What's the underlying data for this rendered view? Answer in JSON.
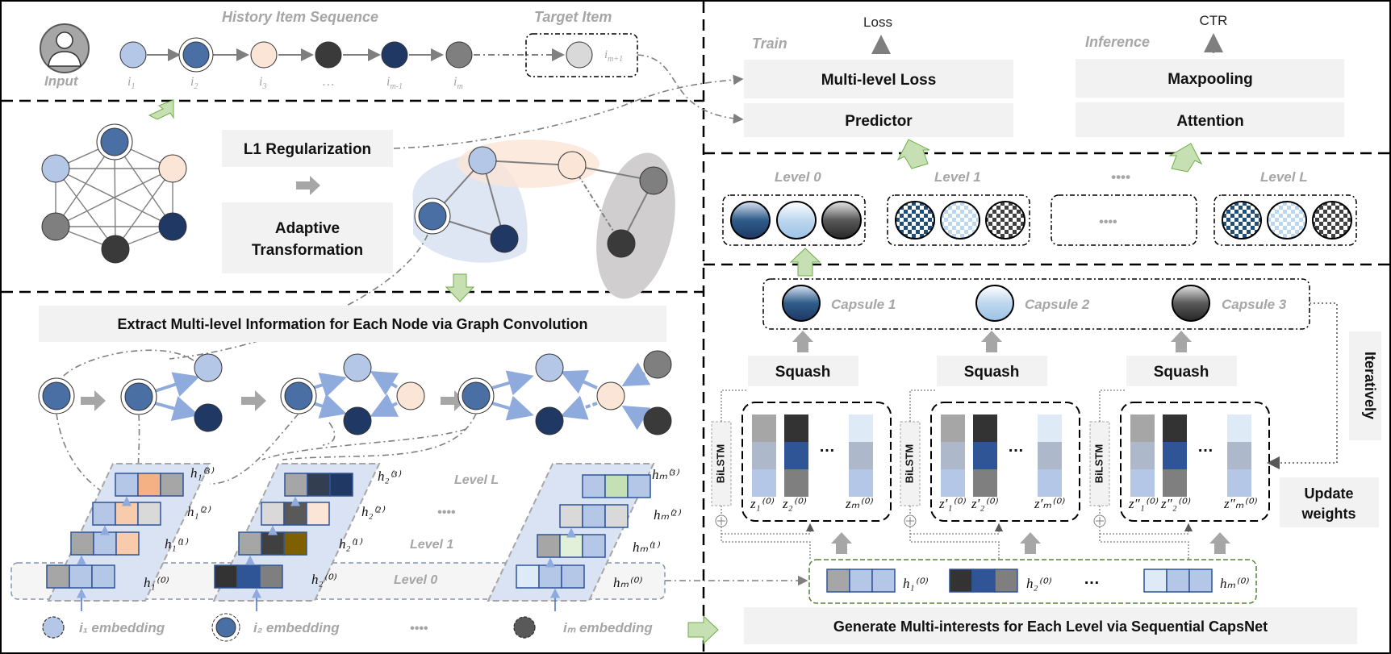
{
  "top": {
    "input_label": "Input",
    "history_title": "History Item Sequence",
    "target_title": "Target Item",
    "item_labels": [
      "i",
      "i",
      "i",
      "…",
      "i",
      "i"
    ],
    "item_subs": [
      "1",
      "2",
      "3",
      "",
      "m-1",
      "m"
    ],
    "target_label": "i",
    "target_sub": "m+1"
  },
  "graph_panel": {
    "l1_label": "L1 Regularization",
    "adaptive_label_1": "Adaptive",
    "adaptive_label_2": "Transformation"
  },
  "gcn_panel": {
    "title": "Extract Multi-level Information for Each Node via Graph Convolution",
    "level_l": "Level L",
    "level_1": "Level 1",
    "level_0": "Level 0",
    "dots": "••••",
    "embedding_1": "i₁ embedding",
    "embedding_2": "i₂ embedding",
    "embedding_m": "iₘ embedding",
    "h_labels": {
      "h1_3": "h₁⁽³⁾",
      "h1_2": "h₁⁽²⁾",
      "h1_1": "h₁⁽¹⁾",
      "h1_0": "h₁⁽⁰⁾",
      "h2_3": "h₂⁽³⁾",
      "h2_2": "h₂⁽²⁾",
      "h2_1": "h₂⁽¹⁾",
      "h2_0": "h₂⁽⁰⁾",
      "hm_3": "hₘ⁽³⁾",
      "hm_2": "hₘ⁽²⁾",
      "hm_1": "hₘ⁽¹⁾",
      "hm_0": "hₘ⁽⁰⁾"
    }
  },
  "train_panel": {
    "train_title": "Train",
    "inference_title": "Inference",
    "loss": "Loss",
    "ctr": "CTR",
    "multi_level_loss": "Multi-level Loss",
    "predictor": "Predictor",
    "maxpooling": "Maxpooling",
    "attention": "Attention"
  },
  "levels_panel": {
    "level_0": "Level 0",
    "level_1": "Level 1",
    "level_dots": "••••",
    "level_l": "Level L",
    "box_dots": "••••"
  },
  "capsnet_panel": {
    "capsule_1": "Capsule 1",
    "capsule_2": "Capsule 2",
    "capsule_3": "Capsule 3",
    "squash": "Squash",
    "bilstm": "BiLSTM",
    "iteratively": "Iteratively",
    "update_1": "Update",
    "update_2": "weights",
    "ellipsis": "…",
    "z_labels_1": [
      "z₁⁽⁰⁾",
      "z₂⁽⁰⁾",
      "zₘ⁽⁰⁾"
    ],
    "z_labels_2": [
      "z′₁⁽⁰⁾",
      "z′₂⁽⁰⁾",
      "z′ₘ⁽⁰⁾"
    ],
    "z_labels_3": [
      "z″₁⁽⁰⁾",
      "z″₂⁽⁰⁾",
      "z″ₘ⁽⁰⁾"
    ],
    "h_bottom": [
      "h₁⁽⁰⁾",
      "h₂⁽⁰⁾",
      "hₘ⁽⁰⁾"
    ],
    "title": "Generate Multi-interests for Each Level via Sequential CapsNet"
  },
  "colors": {
    "light_blue": "#b4c7e7",
    "mid_blue": "#4a6fa5",
    "navy": "#1f3864",
    "peach": "#fbe5d6",
    "dark": "#3a3a3a",
    "gray": "#7f7f7f",
    "light_gray": "#d9d9d9",
    "panel_gray": "#f2f2f2",
    "accent_green": "#c6e0b4"
  }
}
